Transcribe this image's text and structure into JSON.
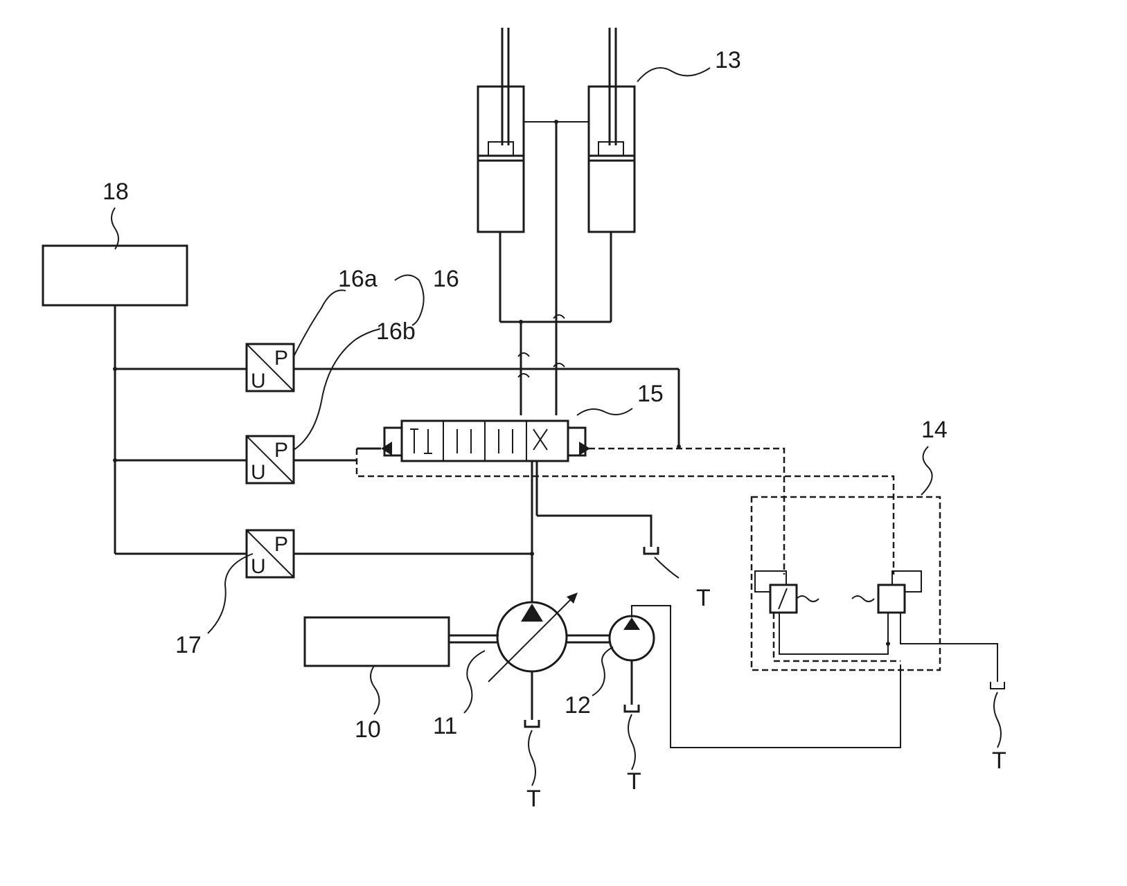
{
  "labels": {
    "controller": "18",
    "sensor_group": "16",
    "sensor_a": "16a",
    "sensor_b": "16b",
    "pressure_sensor_pump": "17",
    "control_valve": "15",
    "cylinders": "13",
    "relief_block": "14",
    "engine": "10",
    "main_pump": "11",
    "pilot_pump": "12"
  },
  "transducer_symbols": {
    "pressure": "P",
    "voltage": "U"
  },
  "tank_label": "T"
}
